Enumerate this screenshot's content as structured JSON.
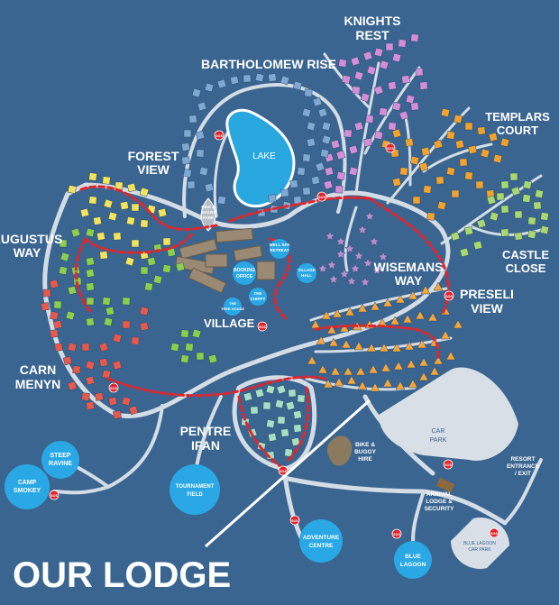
{
  "colors": {
    "background": "#3a6590",
    "road": "#d4dde6",
    "lake": "#29a8e0",
    "lake_edge": "#ffffff",
    "route": "#e0262d",
    "zone_label": "#ffffff",
    "forest_view": "#f4e35c",
    "augustus_way": "#8ccf4c",
    "carn_menyn": "#e8594b",
    "knights_rest": "#d48ed8",
    "bartholomew_rise": "#7fa8d2",
    "templars_court": "#f3a22c",
    "castle_close": "#a9d86f",
    "preseli_view": "#f4a63a",
    "pentre_ifan": "#a8dfc2",
    "wisemans_way": "#b78fd0",
    "village_bldg": "#9b8a73",
    "facility": "#2aa8e6",
    "car_park": "#d8dfe6",
    "bike_hire": "#8c7a5e",
    "our_lodge_text": "#ffffff"
  },
  "areas": {
    "bartholomew_rise": "BARTHOLOMEW RISE",
    "knights_rest_1": "KNIGHTS",
    "knights_rest_2": "REST",
    "templars_court_1": "TEMPLARS",
    "templars_court_2": "COURT",
    "forest_view_1": "FOREST",
    "forest_view_2": "VIEW",
    "augustus_way_1": "AUGUSTUS",
    "augustus_way_2": "WAY",
    "castle_close_1": "CASTLE",
    "castle_close_2": "CLOSE",
    "wisemans_way_1": "WISEMANS",
    "wisemans_way_2": "WAY",
    "preseli_view_1": "PRESELI",
    "preseli_view_2": "VIEW",
    "village": "VILLAGE",
    "carn_menyn_1": "CARN",
    "carn_menyn_2": "MENYN",
    "pentre_ifan_1": "PENTRE",
    "pentre_ifan_2": "IFAN"
  },
  "places": {
    "lake": "LAKE",
    "bike_buggy_park_1": "BIKE &",
    "bike_buggy_park_2": "BUGGY",
    "bike_buggy_park_3": "PARK",
    "well_spa_1": "WELL SPA",
    "well_spa_2": "RETREAT",
    "booking_1": "BOOKING",
    "booking_2": "OFFICE",
    "village_hall_1": "VILLAGE",
    "village_hall_2": "HALL",
    "the_chippy_1": "THE",
    "the_chippy_2": "CHIPPY",
    "the_tree_house_1": "THE",
    "the_tree_house_2": "TREE HOUSE",
    "bike_buggy_hire_1": "BIKE &",
    "bike_buggy_hire_2": "BUGGY",
    "bike_buggy_hire_3": "HIRE",
    "car_park_1": "CAR",
    "car_park_2": "PARK",
    "resort_1": "RESORT",
    "resort_2": "ENTRANCE",
    "resort_3": "/ EXIT",
    "arrival_1": "ARRIVAL",
    "arrival_2": "LODGE &",
    "arrival_3": "SECURITY",
    "steep_1": "STEEP",
    "steep_2": "RAVINE",
    "camp_1": "CAMP",
    "camp_2": "SMOKEY",
    "tournament_1": "TOURNAMENT",
    "tournament_2": "FIELD",
    "adventure_1": "ADVENTURE",
    "adventure_2": "CENTRE",
    "blue_lagoon_1": "BLUE",
    "blue_lagoon_2": "LAGOON",
    "blue_lagoon_cp_1": "BLUE LAGOON",
    "blue_lagoon_cp_2": "CAR PARK"
  },
  "markers": {
    "sos": "SOS"
  },
  "callout": "OUR LODGE"
}
